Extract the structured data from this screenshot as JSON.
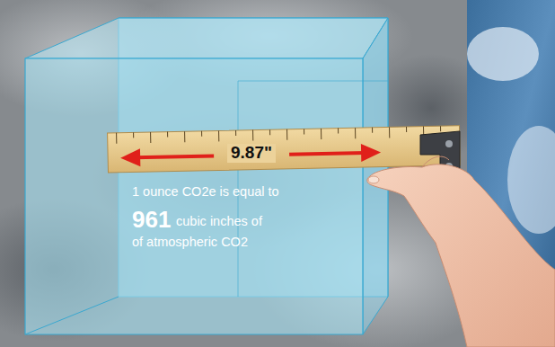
{
  "diagram": {
    "labels": [
      "9.87\"",
      "1 ounce CO2e is equal to",
      "961",
      "cubic inches of",
      "of atmospheric CO2"
    ]
  }
}
